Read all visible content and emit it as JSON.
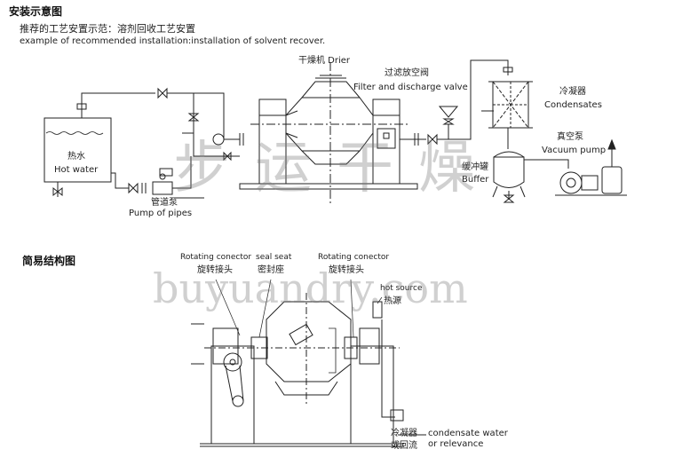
{
  "header": {
    "title": "安装示意图",
    "subtitle_cn": "推荐的工艺安置示范：溶剂回收工艺安置",
    "subtitle_en": "example of recommended installation:installation of solvent recover."
  },
  "installation": {
    "drier": "干燥机 Drier",
    "filter_cn": "过滤放空阀",
    "filter_en": "Filter and discharge valve",
    "condenser_cn": "冷凝器",
    "condenser_en": "Condensates",
    "vacuum_cn": "真空泵",
    "vacuum_en": "Vacuum pump",
    "buffer_cn": "缓冲罐",
    "buffer_en": "Buffer",
    "hotwater_cn": "热水",
    "hotwater_en": "Hot water",
    "pump_cn": "管道泵",
    "pump_en": "Pump of pipes"
  },
  "structure": {
    "title": "简易结构图",
    "rot_left_en": "Rotating conector",
    "rot_left_cn": "旋转接头",
    "seal_en": "seal seat",
    "seal_cn": "密封座",
    "rot_right_en": "Rotating conector",
    "rot_right_cn": "旋转接头",
    "hot_en": "hot source",
    "hot_cn": "热源",
    "cond_cn1": "冷凝器",
    "cond_cn2": "或回流",
    "cond_en1": "condensate water",
    "cond_en2": "or relevance"
  },
  "watermark": {
    "cn": "步运干燥",
    "url": "buyuandry.com"
  }
}
